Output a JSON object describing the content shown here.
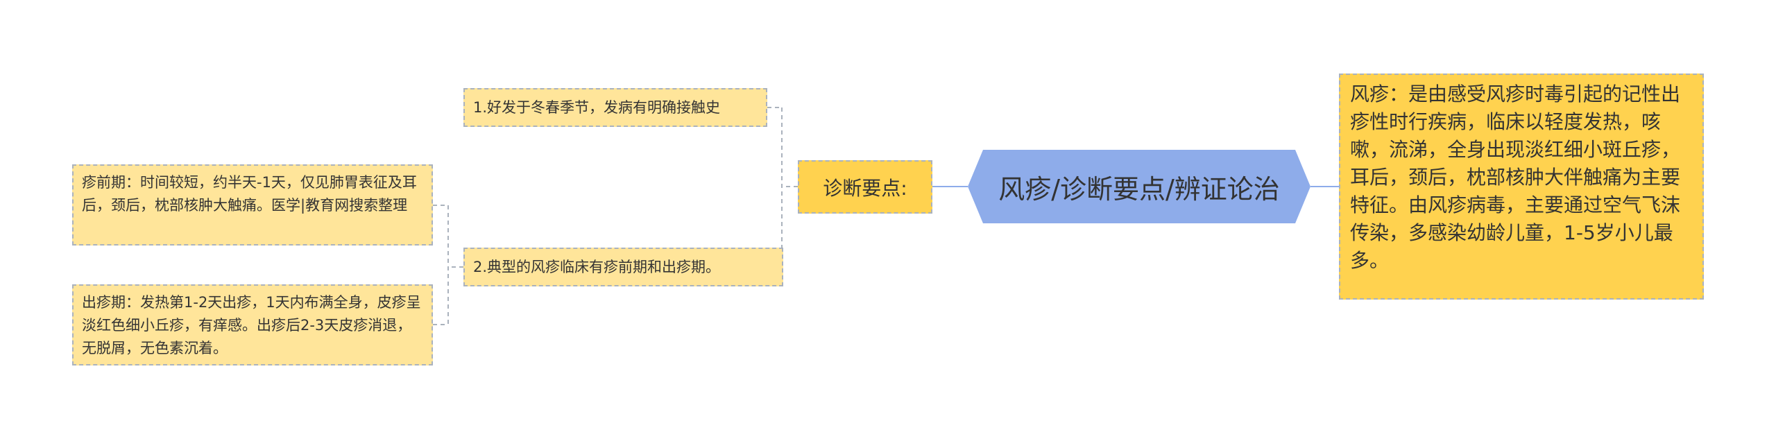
{
  "center": {
    "label": "风疹/诊断要点/辨证论治"
  },
  "diagnosis": {
    "label": "诊断要点:"
  },
  "description": {
    "text": "风疹：是由感受风疹时毒引起的记性出疹性时行疾病，临床以轻度发热，咳嗽，流涕，全身出现淡红细小斑丘疹，耳后，颈后，枕部核肿大伴触痛为主要特征。由风疹病毒，主要通过空气飞沫传染，多感染幼龄儿童，1-5岁小儿最多。"
  },
  "branches": [
    {
      "label": "1.好发于冬春季节，发病有明确接触史"
    },
    {
      "label": "2.典型的风疹临床有疹前期和出疹期。"
    }
  ],
  "sub_branches": [
    {
      "label": "疹前期：时间较短，约半天-1天，仅见肺胃表征及耳后，颈后，枕部核肿大触痛。医学|教育网搜索整理"
    },
    {
      "label": "出疹期：发热第1-2天出疹，1天内布满全身，皮疹呈淡红色细小丘疹，有痒感。出疹后2-3天皮疹消退，无脱屑，无色素沉着。"
    }
  ],
  "colors": {
    "center_fill": "#8eacea",
    "primary_fill": "#ffd24f",
    "secondary_fill": "#ffe59a",
    "connector": "#8eacea",
    "border": "#aab2bd"
  }
}
